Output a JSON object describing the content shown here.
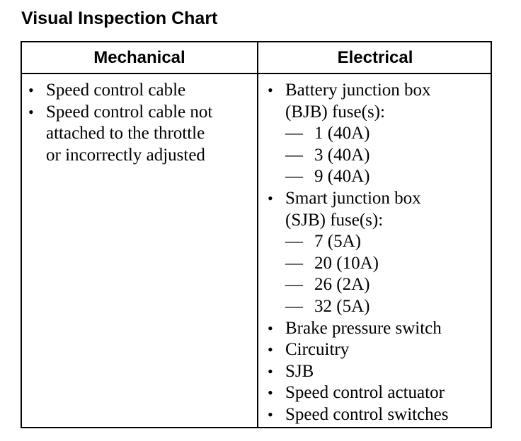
{
  "title": "Visual Inspection Chart",
  "columns": {
    "mechanical": {
      "header": "Mechanical",
      "lines": [
        {
          "bullet": "•",
          "text": "Speed control cable"
        },
        {
          "bullet": "•",
          "text": "Speed control cable not"
        },
        {
          "bullet": "",
          "text": "attached to the throttle"
        },
        {
          "bullet": "",
          "text": "or incorrectly adjusted"
        }
      ]
    },
    "electrical": {
      "header": "Electrical",
      "lines": [
        {
          "bullet": "•",
          "text": "Battery junction box"
        },
        {
          "bullet": "",
          "text": "(BJB) fuse(s):"
        },
        {
          "dash": "—",
          "text": "1 (40A)"
        },
        {
          "dash": "—",
          "text": "3 (40A)"
        },
        {
          "dash": "—",
          "text": "9 (40A)"
        },
        {
          "bullet": "•",
          "text": "Smart junction box"
        },
        {
          "bullet": "",
          "text": "(SJB) fuse(s):"
        },
        {
          "dash": "—",
          "text": "7 (5A)"
        },
        {
          "dash": "—",
          "text": "20 (10A)"
        },
        {
          "dash": "—",
          "text": "26 (2A)"
        },
        {
          "dash": "—",
          "text": "32 (5A)"
        },
        {
          "bullet": "•",
          "text": "Brake pressure switch"
        },
        {
          "bullet": "•",
          "text": "Circuitry"
        },
        {
          "bullet": "•",
          "text": "SJB"
        },
        {
          "bullet": "•",
          "text": "Speed control actuator"
        },
        {
          "bullet": "•",
          "text": "Speed control switches"
        }
      ]
    }
  }
}
